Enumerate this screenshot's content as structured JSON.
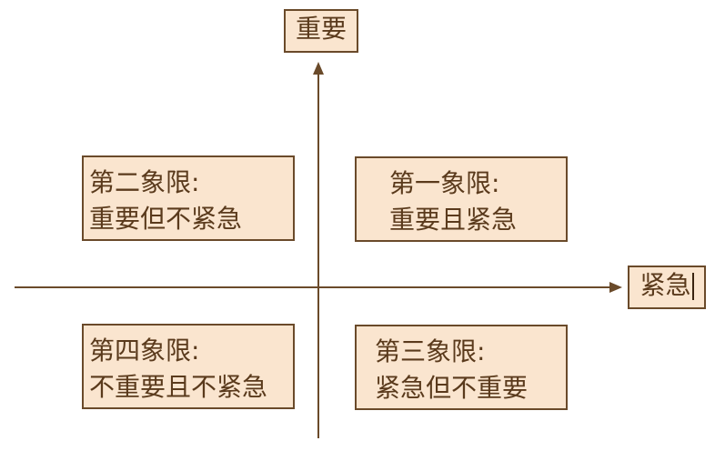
{
  "axes": {
    "y_label": "重要",
    "x_label": "紧急",
    "line_color": "#6a4a2a"
  },
  "colors": {
    "box_fill": "#fae5cf",
    "box_border": "#6a4a2a",
    "text": "#5a3a1c"
  },
  "quadrants": {
    "q1": {
      "title": "第一象限:",
      "desc": "重要且紧急"
    },
    "q2": {
      "title": "第二象限:",
      "desc": "重要但不紧急"
    },
    "q3": {
      "title": "第三象限:",
      "desc": "紧急但不重要"
    },
    "q4": {
      "title": "第四象限:",
      "desc": "不重要且不紧急"
    }
  }
}
